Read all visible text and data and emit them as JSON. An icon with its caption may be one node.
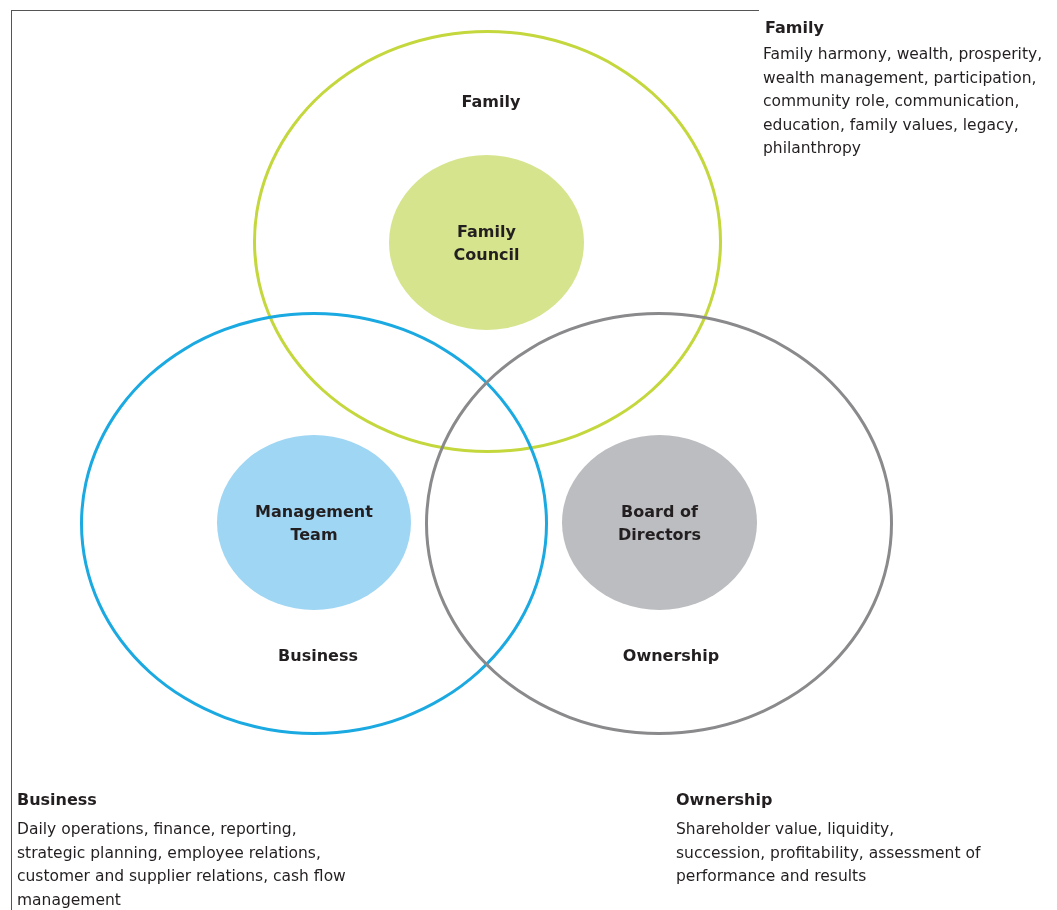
{
  "diagram": {
    "nodes": [
      {
        "text": [
          "Family"
        ]
      },
      {
        "text": [
          "Family Council"
        ],
        "in": 0
      },
      {
        "text": [
          "Business"
        ]
      },
      {
        "text": [
          "Management Team"
        ],
        "in": 2
      },
      {
        "text": [
          "Ownership"
        ]
      },
      {
        "text": [
          "Board of Directors"
        ],
        "in": 4
      }
    ],
    "edges": [],
    "labels": [
      "Family",
      "Family harmony, wealth, prosperity, wealth management, participation, community role, communication, education, family values, legacy, philanthropy",
      "Business",
      "Daily operations, finance, reporting, strategic planning, employee relations, customer and supplier relations, cash flow management",
      "Ownership",
      "Shareholder value, liquidity, succession, profitability, assessment of performance and results"
    ]
  }
}
